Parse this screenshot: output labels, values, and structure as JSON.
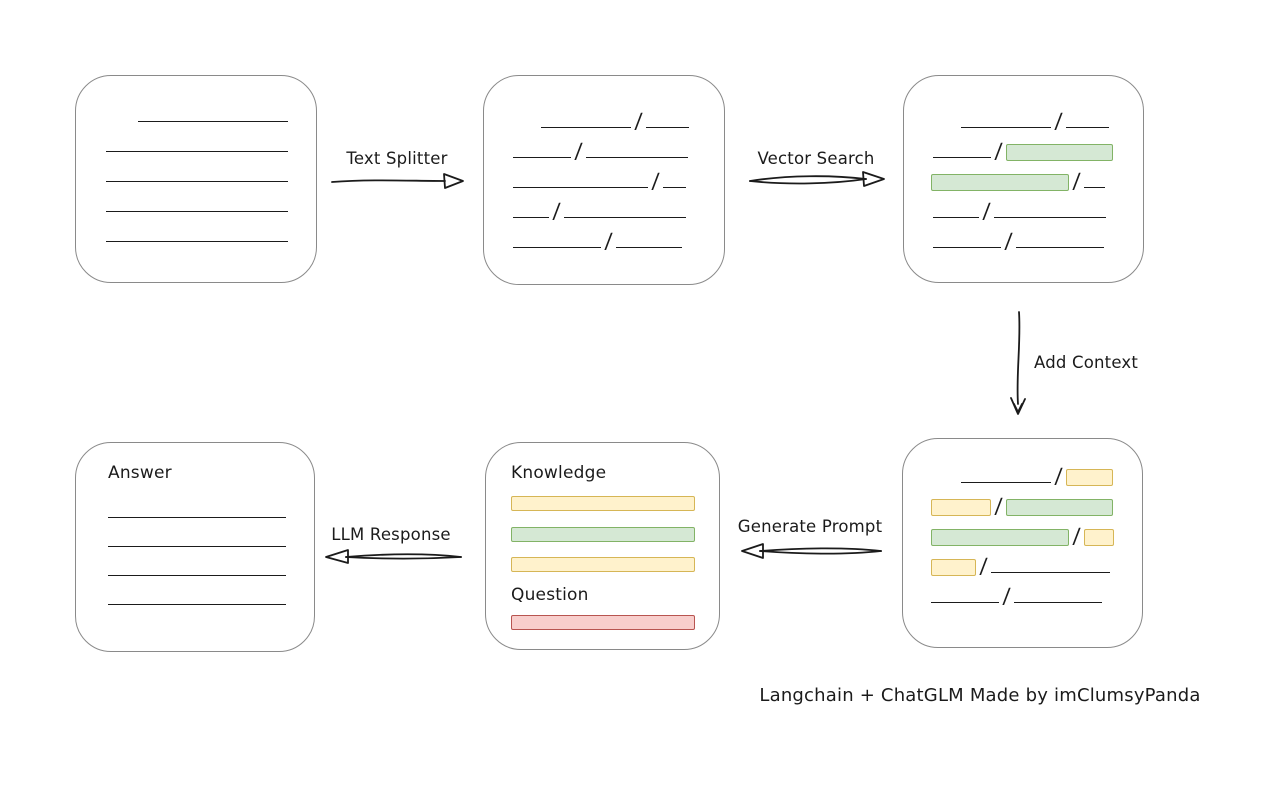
{
  "caption": "Langchain + ChatGLM Made by imClumsyPanda",
  "slash_char": "/",
  "colors": {
    "ink": "#1b1b1b",
    "box_border": "#8a8a8a",
    "green_fill": "#d5e8d4",
    "green_border": "#82b366",
    "yellow_fill": "#fff2cc",
    "yellow_border": "#d6b656",
    "red_fill": "#f8cecc",
    "red_border": "#b85450"
  },
  "arrows": {
    "text_splitter": {
      "label": "Text Splitter",
      "direction": "right"
    },
    "vector_search": {
      "label": "Vector Search",
      "direction": "right"
    },
    "add_context": {
      "label": "Add Context",
      "direction": "down"
    },
    "generate_prompt": {
      "label": "Generate Prompt",
      "direction": "left"
    },
    "llm_response": {
      "label": "LLM Response",
      "direction": "left"
    }
  },
  "boxes": {
    "document": {
      "rows": [
        {
          "indent": 62,
          "segs": [
            {
              "type": "line",
              "w": 150
            }
          ]
        },
        {
          "indent": 30,
          "segs": [
            {
              "type": "line",
              "w": 182
            }
          ]
        },
        {
          "indent": 30,
          "segs": [
            {
              "type": "line",
              "w": 182
            }
          ]
        },
        {
          "indent": 30,
          "segs": [
            {
              "type": "line",
              "w": 182
            }
          ]
        },
        {
          "indent": 30,
          "segs": [
            {
              "type": "line",
              "w": 182
            }
          ]
        }
      ]
    },
    "split": {
      "rows": [
        {
          "indent": 57,
          "segs": [
            {
              "type": "line",
              "w": 90
            },
            {
              "type": "slash"
            },
            {
              "type": "line",
              "w": 43
            }
          ]
        },
        {
          "indent": 29,
          "segs": [
            {
              "type": "line",
              "w": 58
            },
            {
              "type": "slash"
            },
            {
              "type": "line",
              "w": 102
            }
          ]
        },
        {
          "indent": 29,
          "segs": [
            {
              "type": "line",
              "w": 135
            },
            {
              "type": "slash"
            },
            {
              "type": "line",
              "w": 23
            }
          ]
        },
        {
          "indent": 29,
          "segs": [
            {
              "type": "line",
              "w": 36
            },
            {
              "type": "slash"
            },
            {
              "type": "line",
              "w": 122
            }
          ]
        },
        {
          "indent": 29,
          "segs": [
            {
              "type": "line",
              "w": 88
            },
            {
              "type": "slash"
            },
            {
              "type": "line",
              "w": 66
            }
          ]
        }
      ]
    },
    "vector": {
      "rows": [
        {
          "indent": 57,
          "segs": [
            {
              "type": "line",
              "w": 90
            },
            {
              "type": "slash"
            },
            {
              "type": "line",
              "w": 43
            }
          ]
        },
        {
          "indent": 29,
          "segs": [
            {
              "type": "line",
              "w": 58
            },
            {
              "type": "slash"
            },
            {
              "type": "bar",
              "color": "green",
              "w": 107
            }
          ]
        },
        {
          "indent": 27,
          "segs": [
            {
              "type": "bar",
              "color": "green",
              "w": 138
            },
            {
              "type": "slash"
            },
            {
              "type": "line",
              "w": 21
            }
          ]
        },
        {
          "indent": 29,
          "segs": [
            {
              "type": "line",
              "w": 46
            },
            {
              "type": "slash"
            },
            {
              "type": "line",
              "w": 112
            }
          ]
        },
        {
          "indent": 29,
          "segs": [
            {
              "type": "line",
              "w": 68
            },
            {
              "type": "slash"
            },
            {
              "type": "line",
              "w": 88
            }
          ]
        }
      ]
    },
    "context": {
      "rows": [
        {
          "indent": 58,
          "segs": [
            {
              "type": "line",
              "w": 90
            },
            {
              "type": "slash"
            },
            {
              "type": "bar",
              "color": "yellow",
              "w": 47
            }
          ]
        },
        {
          "indent": 28,
          "segs": [
            {
              "type": "bar",
              "color": "yellow",
              "w": 60
            },
            {
              "type": "slash"
            },
            {
              "type": "bar",
              "color": "green",
              "w": 107
            }
          ]
        },
        {
          "indent": 28,
          "segs": [
            {
              "type": "bar",
              "color": "green",
              "w": 138
            },
            {
              "type": "slash"
            },
            {
              "type": "bar",
              "color": "yellow",
              "w": 30
            }
          ]
        },
        {
          "indent": 28,
          "segs": [
            {
              "type": "bar",
              "color": "yellow",
              "w": 45
            },
            {
              "type": "slash"
            },
            {
              "type": "line",
              "w": 119
            }
          ]
        },
        {
          "indent": 28,
          "segs": [
            {
              "type": "line",
              "w": 68
            },
            {
              "type": "slash"
            },
            {
              "type": "line",
              "w": 88
            }
          ]
        }
      ]
    },
    "prompt": {
      "knowledge_label": "Knowledge",
      "question_label": "Question",
      "knowledge_bars": [
        "yellow",
        "green",
        "yellow"
      ],
      "question_bars": [
        "red"
      ]
    },
    "answer": {
      "label": "Answer",
      "line_count": 4
    }
  }
}
